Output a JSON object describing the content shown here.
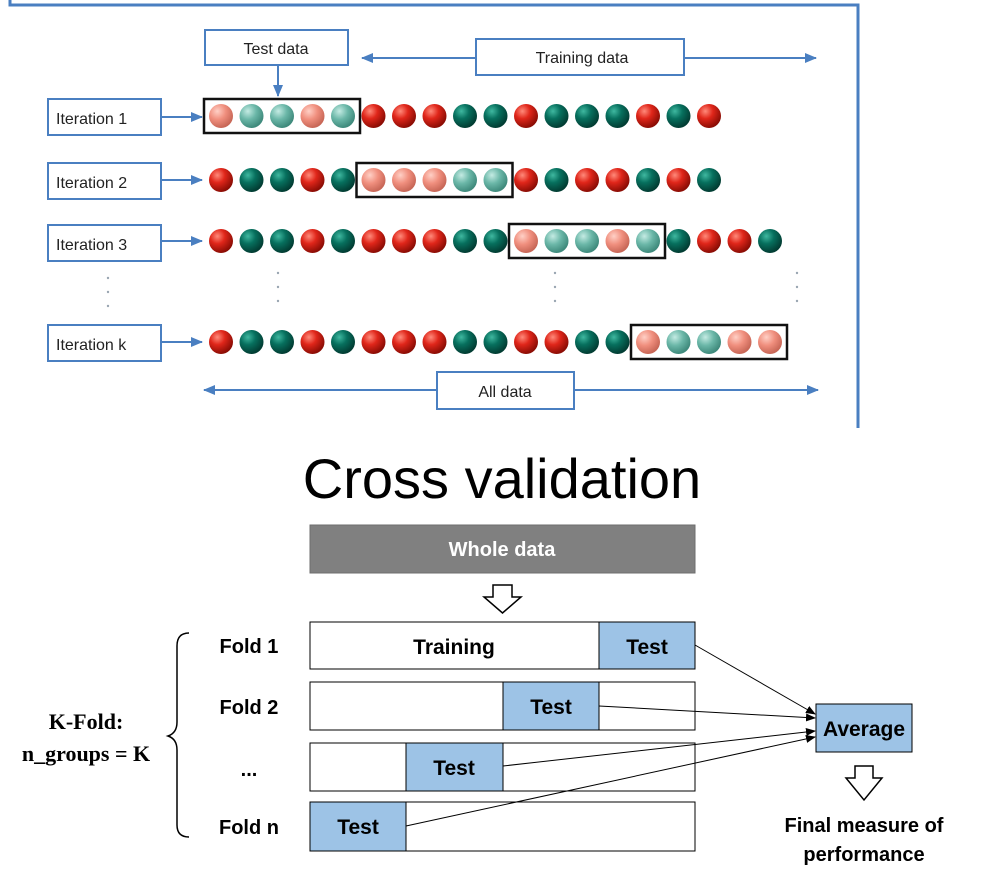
{
  "top": {
    "test_label": "Test data",
    "training_label": "Training data",
    "all_label": "All data",
    "iterations": [
      {
        "label": "Iteration 1",
        "pattern": "rggrgrrrggrgggrgr",
        "test_start": 0
      },
      {
        "label": "Iteration 2",
        "pattern": "rggrgrrrggrgrrgrg",
        "test_start": 5
      },
      {
        "label": "Iteration 3",
        "pattern": "rggrgrrrggrggrggrrg",
        "test_start": 10
      },
      {
        "label": "Iteration k",
        "pattern": "rggrgrrrggrrggrggrr",
        "test_start": 14
      }
    ],
    "colors": {
      "frame": "#4a7fc1",
      "red": "#e0261a",
      "green": "#07705e",
      "test_red": "#f08f7e",
      "test_green": "#6bb7a8"
    }
  },
  "title": "Cross validation",
  "bottom": {
    "whole_data": "Whole data",
    "kfold_line1": "K-Fold:",
    "kfold_line2": "n_groups = K",
    "training": "Training",
    "test": "Test",
    "average": "Average",
    "final_line1": "Final measure of",
    "final_line2": "performance",
    "folds": [
      "Fold 1",
      "Fold 2",
      "...",
      "Fold n"
    ],
    "colors": {
      "whole_bg": "#808080",
      "test_bg": "#9dc3e6",
      "average_bg": "#9dc3e6"
    }
  }
}
